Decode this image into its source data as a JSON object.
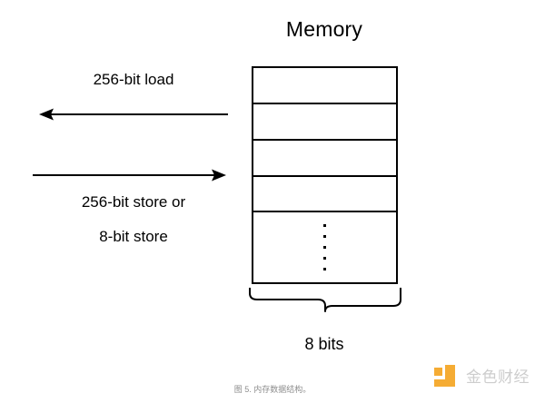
{
  "figure": {
    "title": "Memory",
    "width_label": "8 bits",
    "caption": "图 5. 内存数据结构。"
  },
  "operations": [
    {
      "id": "load",
      "label": "256-bit load",
      "direction": "left",
      "icon": "arrow-left-icon"
    },
    {
      "id": "store",
      "label_line1": "256-bit store or",
      "label_line2": "8-bit store",
      "direction": "right",
      "icon": "arrow-right-icon"
    }
  ],
  "memory": {
    "cell_count_visible": 4,
    "ellipsis_dots": 5,
    "cells": [
      {
        "index": 0,
        "value": ""
      },
      {
        "index": 1,
        "value": ""
      },
      {
        "index": 2,
        "value": ""
      },
      {
        "index": 3,
        "value": ""
      }
    ],
    "word_width_bits": 8
  },
  "watermark": {
    "text": "金色财经",
    "mark_color": "#f5a623",
    "text_color": "#c9c9c9"
  },
  "colors": {
    "background": "#ffffff",
    "stroke": "#000000",
    "caption": "#8d8d8d",
    "accent": "#f5a623"
  }
}
